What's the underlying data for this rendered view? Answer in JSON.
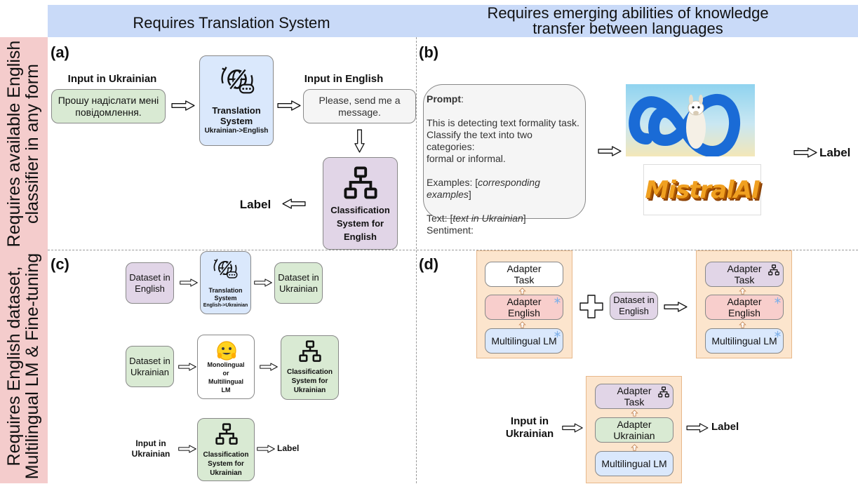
{
  "header": {
    "col1": "Requires Translation System",
    "col2_line1": "Requires emerging abilities of knowledge",
    "col2_line2": "transfer between languages"
  },
  "rows": {
    "row1_line1": "Requires available English",
    "row1_line2": "classifier in any form",
    "row2_line1": "Requires English dataset,",
    "row2_line2": "Multilingual LM & Fine-tuning"
  },
  "panel_a": {
    "tag": "(a)",
    "input_ua_label": "Input in Ukrainian",
    "input_ua_text_l1": "Прошу надіслати мені",
    "input_ua_text_l2": "повідомлення.",
    "ts_l1": "Translation",
    "ts_l2": "System",
    "ts_l3": "Ukrainian->English",
    "input_en_label": "Input in English",
    "input_en_text_l1": "Please, send me a",
    "input_en_text_l2": "message.",
    "cls_l1": "Classification",
    "cls_l2": "System for",
    "cls_l3": "English",
    "label": "Label"
  },
  "panel_b": {
    "tag": "(b)",
    "prompt_head": "Prompt",
    "prompt_colon": ":",
    "prompt_l1": "This is detecting text formality task.",
    "prompt_l2": "Classify the text into two categories:",
    "prompt_l3": "formal or informal.",
    "examples_pre": "Examples: [",
    "examples_it": "corresponding examples",
    "examples_post": "]",
    "text_pre": "Text: [",
    "text_it": "text in Ukrainian",
    "text_post": "]",
    "sentiment": "Sentiment:",
    "mistral_logo": "MistralAI",
    "label": "Label"
  },
  "panel_c": {
    "tag": "(c)",
    "ds_en_l1": "Dataset in",
    "ds_en_l2": "English",
    "ts_l1": "Translation",
    "ts_l2": "System",
    "ts_l3": "English->Ukrainian",
    "ds_ua_l1": "Dataset in",
    "ds_ua_l2": "Ukrainian",
    "ds_ua2_l1": "Dataset in",
    "ds_ua2_l2": "Ukrainian",
    "lm_l1": "Monolingual",
    "lm_l2": "or",
    "lm_l3": "Multilingual",
    "lm_l4": "LM",
    "cls_l1": "Classification",
    "cls_l2": "System for",
    "cls_l3": "Ukrainian",
    "input_l1": "Input in",
    "input_l2": "Ukrainian",
    "cls2_l1": "Classification",
    "cls2_l2": "System for",
    "cls2_l3": "Ukrainian",
    "label": "Label"
  },
  "panel_d": {
    "tag": "(d)",
    "s1_task_l1": "Adapter",
    "s1_task_l2": "Task",
    "s1_eng_l1": "Adapter",
    "s1_eng_l2": "English",
    "s1_lm": "Multilingual LM",
    "ds_l1": "Dataset in",
    "ds_l2": "English",
    "s2_task_l1": "Adapter",
    "s2_task_l2": "Task",
    "s2_eng_l1": "Adapter",
    "s2_eng_l2": "English",
    "s2_lm": "Multilingual LM",
    "input_l1": "Input in",
    "input_l2": "Ukrainian",
    "s3_task_l1": "Adapter",
    "s3_task_l2": "Task",
    "s3_ua_l1": "Adapter",
    "s3_ua_l2": "Ukrainian",
    "s3_lm": "Multilingual LM",
    "label": "Label"
  },
  "icons": [
    "globe-translate-icon",
    "network-hierarchy-icon",
    "hugging-face-icon",
    "snowflake-icon",
    "llama-meta-logo",
    "plus-icon",
    "right-arrow-icon"
  ]
}
